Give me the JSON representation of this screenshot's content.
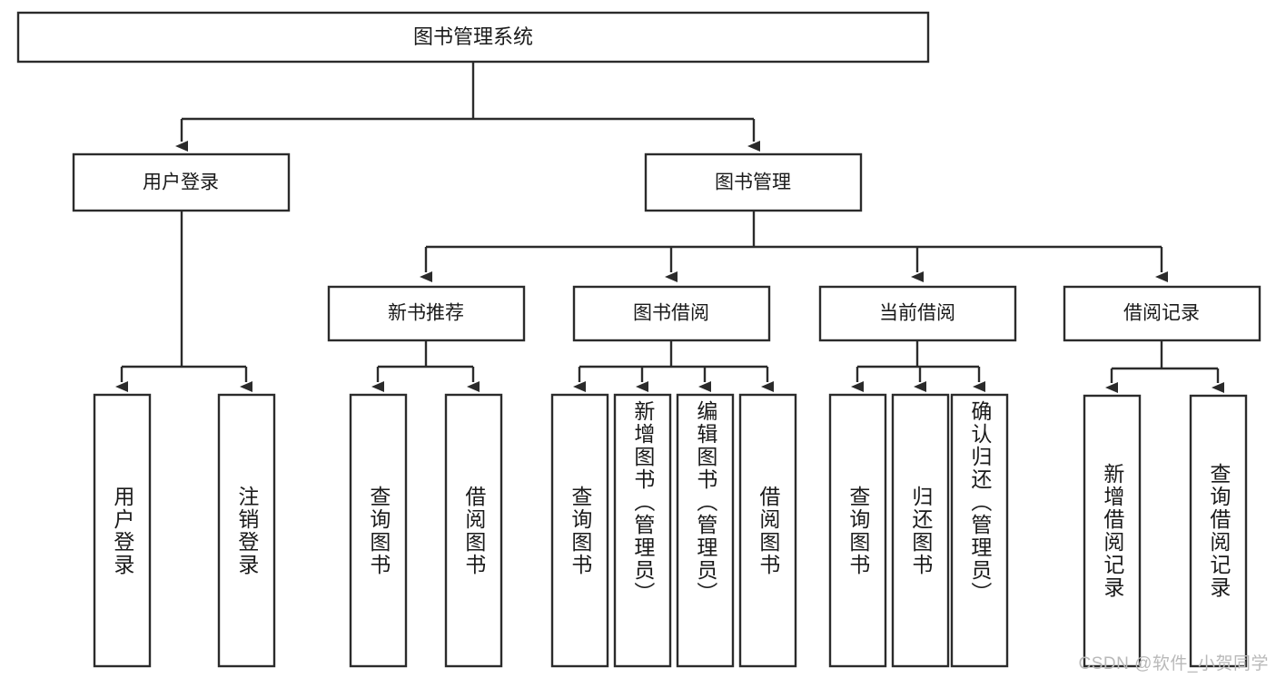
{
  "diagram": {
    "title": "图书管理系统",
    "type": "tree",
    "orientation": "top-down",
    "theme": {
      "background": "#ffffff",
      "box_fill": "#ffffff",
      "box_stroke": "#2b2b2b",
      "text_color": "#1a1a1a",
      "watermark_color": "#b9b9b9"
    },
    "root": {
      "label": "图书管理系统"
    },
    "level2": [
      {
        "label": "用户登录"
      },
      {
        "label": "图书管理"
      }
    ],
    "level3": [
      {
        "label": "新书推荐"
      },
      {
        "label": "图书借阅"
      },
      {
        "label": "当前借阅"
      },
      {
        "label": "借阅记录"
      }
    ],
    "leaves": {
      "user_login": [
        {
          "label": "用户登录"
        },
        {
          "label": "注销登录"
        }
      ],
      "new_book_recommend": [
        {
          "label": "查询图书"
        },
        {
          "label": "借阅图书"
        }
      ],
      "book_borrow": [
        {
          "label": "查询图书"
        },
        {
          "label": "新增图书（管理员）"
        },
        {
          "label": "编辑图书（管理员）"
        },
        {
          "label": "借阅图书"
        }
      ],
      "current_borrow": [
        {
          "label": "查询图书"
        },
        {
          "label": "归还图书"
        },
        {
          "label": "确认归还（管理员）"
        }
      ],
      "borrow_records": [
        {
          "label": "新增借阅记录"
        },
        {
          "label": "查询借阅记录"
        }
      ]
    }
  },
  "watermark": {
    "text": "CSDN @软件_小贺同学"
  }
}
